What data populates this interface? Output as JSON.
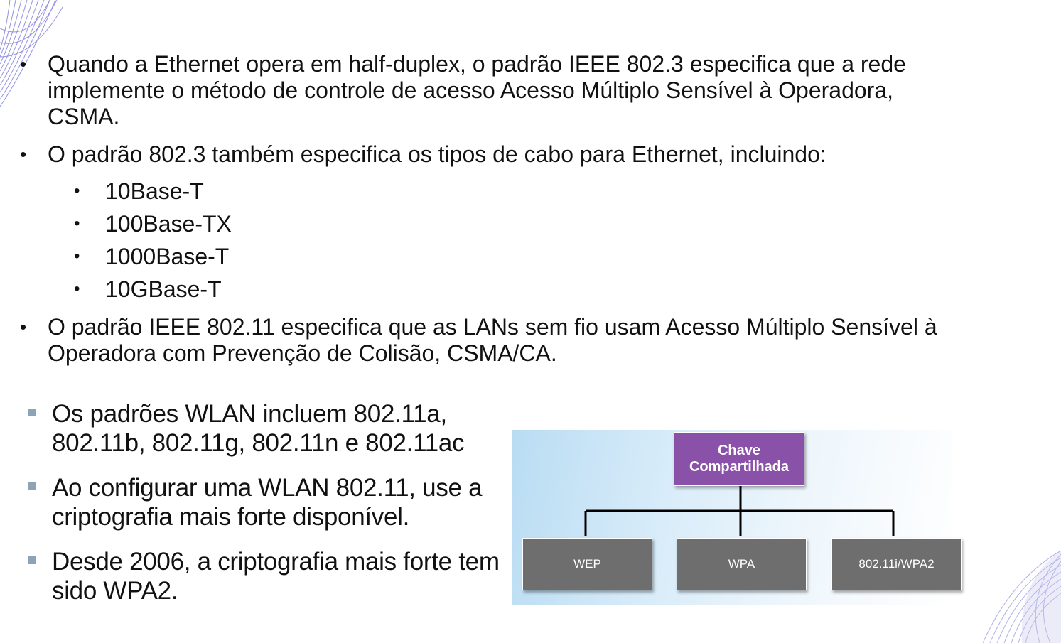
{
  "bullets_top": [
    "Quando a Ethernet opera em half-duplex, o padrão IEEE 802.3 especifica que a rede implemente o método de controle de acesso Acesso Múltiplo Sensível à Operadora, CSMA.",
    "O padrão 802.3 também especifica os tipos de cabo para Ethernet, incluindo:",
    "O padrão IEEE 802.11 especifica que as LANs sem fio usam Acesso Múltiplo Sensível à Operadora com Prevenção de Colisão, CSMA/CA."
  ],
  "cable_types": [
    "10Base-T",
    "100Base-TX",
    "1000Base-T",
    "10GBase-T"
  ],
  "bullets_bottom": [
    "Os padrões WLAN incluem 802.11a, 802.11b, 802.11g, 802.11n e 802.11ac",
    "Ao configurar uma WLAN 802.11, use a criptografia mais forte disponível.",
    "Desde 2006, a criptografia mais forte tem sido WPA2."
  ],
  "diagram": {
    "root": "Chave Compartilhada",
    "children": [
      "WEP",
      "WPA",
      "802.11i/WPA2"
    ]
  },
  "colors": {
    "root_box": "#8a51a8",
    "child_box": "#6e6e6e",
    "bullet_square": "#8fa3b8",
    "deco_lines": "#6d6fd8"
  }
}
